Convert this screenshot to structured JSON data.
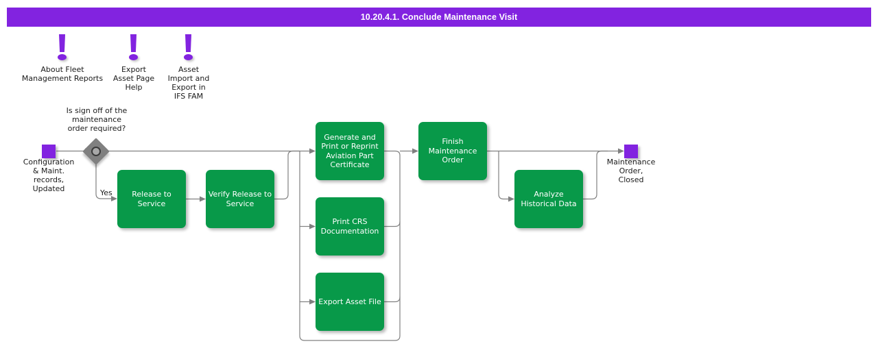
{
  "header": {
    "title": "10.20.4.1. Conclude Maintenance Visit",
    "background": "#8223e0",
    "text_color": "#ffffff"
  },
  "colors": {
    "process": "#089949",
    "terminator": "#8223e0",
    "decision": "#808080",
    "connector": "#808080",
    "label_text": "#1a1a1a"
  },
  "info_icons": [
    {
      "icon": "exclamation-icon",
      "label": "About Fleet\nManagement Reports",
      "lines": [
        "About Fleet",
        "Management Reports"
      ]
    },
    {
      "icon": "exclamation-icon",
      "label": "Export Asset Page Help",
      "lines": [
        "Export",
        "Asset Page",
        "Help"
      ]
    },
    {
      "icon": "exclamation-icon",
      "label": "Asset Import and Export in IFS FAM",
      "lines": [
        "Asset",
        "Import and",
        "Export in",
        "IFS FAM"
      ]
    }
  ],
  "nodes": {
    "start": {
      "type": "terminator",
      "name": "configuration-maint-records-updated",
      "lines": [
        "Configuration",
        "& Maint.",
        "records,",
        "Updated"
      ]
    },
    "decision": {
      "type": "decision",
      "name": "sign-off-required-decision",
      "question_lines": [
        "Is sign off of the",
        "maintenance",
        "order required?"
      ],
      "yes_label": "Yes"
    },
    "release_to_service": {
      "type": "process",
      "lines": [
        "Release to",
        "Service"
      ]
    },
    "verify_release_to_service": {
      "type": "process",
      "lines": [
        "Verify Release to",
        "Service"
      ]
    },
    "generate_certificate": {
      "type": "process",
      "lines": [
        "Generate and",
        "Print or Reprint",
        "Aviation Part",
        "Certificate"
      ]
    },
    "print_crs": {
      "type": "process",
      "lines": [
        "Print CRS",
        "Documentation"
      ]
    },
    "export_asset_file": {
      "type": "process",
      "lines": [
        "Export Asset File"
      ]
    },
    "finish_maintenance_order": {
      "type": "process",
      "lines": [
        "Finish",
        "Maintenance",
        "Order"
      ]
    },
    "analyze_historical_data": {
      "type": "process",
      "lines": [
        "Analyze",
        "Historical Data"
      ]
    },
    "end": {
      "type": "terminator",
      "name": "maintenance-order-closed",
      "lines": [
        "Maintenance",
        "Order,",
        "Closed"
      ]
    }
  }
}
